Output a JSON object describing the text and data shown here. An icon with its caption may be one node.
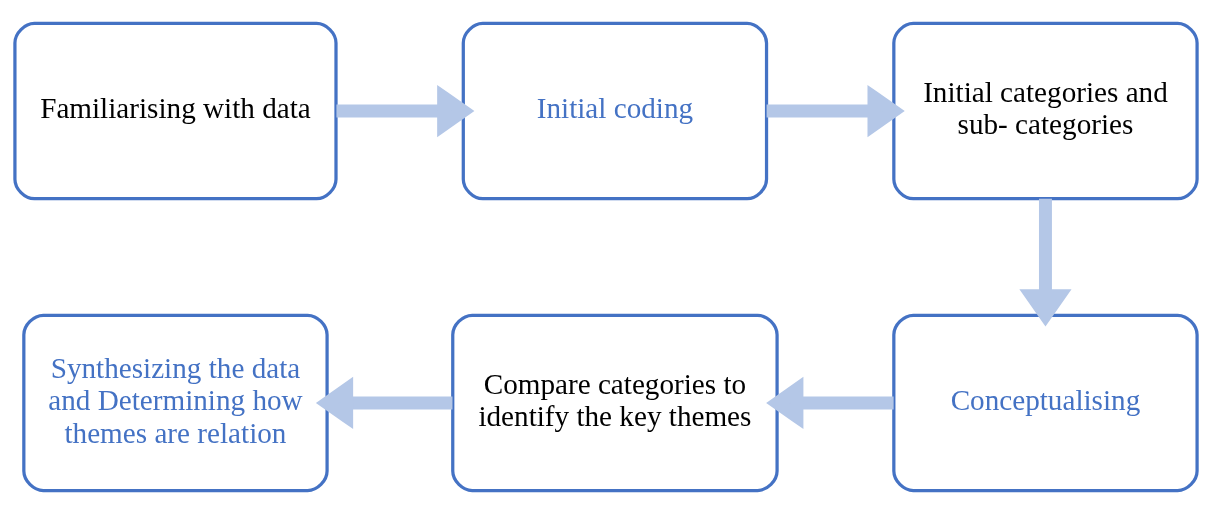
{
  "diagram": {
    "nodes": [
      {
        "text": [
          "Familiarising with data"
        ]
      },
      {
        "text": [
          "Initial coding"
        ]
      },
      {
        "text": [
          "Initial categories and sub- categories"
        ]
      },
      {
        "text": [
          "Conceptualising"
        ]
      },
      {
        "text": [
          "Compare categories to identify the key themes"
        ]
      },
      {
        "text": [
          "Synthesizing the data and Determining how themes are relation"
        ]
      }
    ],
    "edges": [
      {
        "from": 0,
        "to": 1,
        "arrow": "to"
      },
      {
        "from": 1,
        "to": 2,
        "arrow": "to"
      },
      {
        "from": 2,
        "to": 3,
        "arrow": "to"
      },
      {
        "from": 3,
        "to": 4,
        "arrow": "to"
      },
      {
        "from": 4,
        "to": 5,
        "arrow": "to"
      }
    ]
  }
}
